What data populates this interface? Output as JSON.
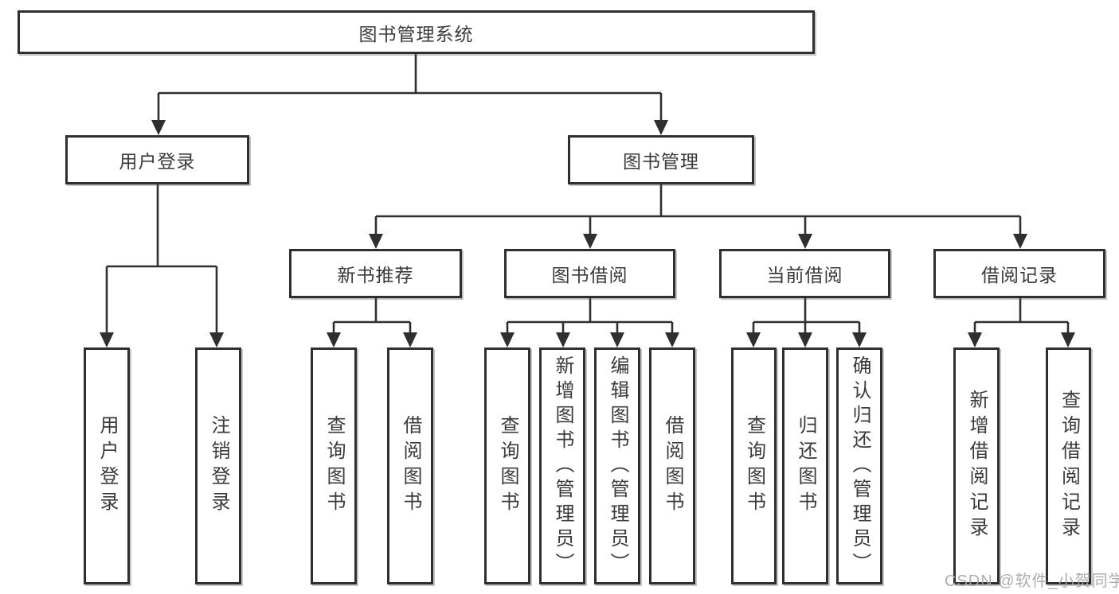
{
  "diagram": {
    "colors": {
      "line": "#2f2f2f",
      "box_border": "#2f2f2f",
      "text": "#3a3a3a",
      "background": "#ffffff",
      "watermark": "#a4a7aa"
    },
    "tree": {
      "label": "图书管理系统",
      "children": [
        {
          "label": "用户登录",
          "children": [
            {
              "label": "用户登录"
            },
            {
              "label": "注销登录"
            }
          ]
        },
        {
          "label": "图书管理",
          "children": [
            {
              "label": "新书推荐",
              "children": [
                {
                  "label": "查询图书"
                },
                {
                  "label": "借阅图书"
                }
              ]
            },
            {
              "label": "图书借阅",
              "children": [
                {
                  "label": "查询图书"
                },
                {
                  "label": "新增图书（管理员）"
                },
                {
                  "label": "编辑图书（管理员）"
                },
                {
                  "label": "借阅图书"
                }
              ]
            },
            {
              "label": "当前借阅",
              "children": [
                {
                  "label": "查询图书"
                },
                {
                  "label": "归还图书"
                },
                {
                  "label": "确认归还（管理员）"
                }
              ]
            },
            {
              "label": "借阅记录",
              "children": [
                {
                  "label": "新增借阅记录"
                },
                {
                  "label": "查询借阅记录"
                }
              ]
            }
          ]
        }
      ]
    },
    "watermark": {
      "text": "CSDN @软件_小贺同学"
    }
  }
}
